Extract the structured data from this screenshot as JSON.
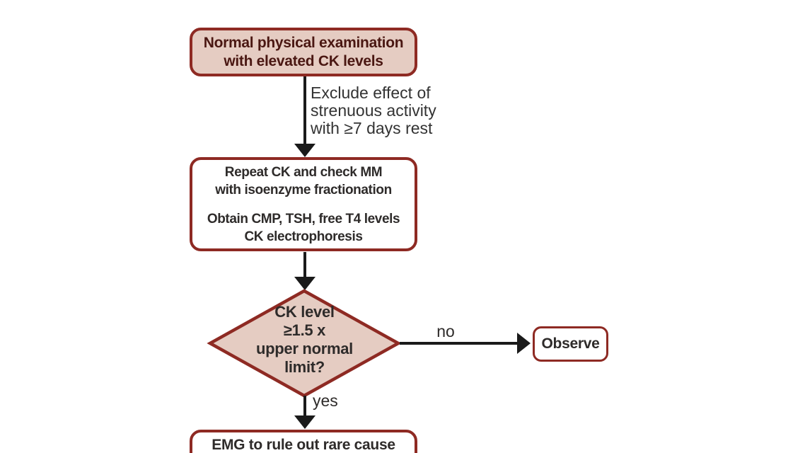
{
  "colors": {
    "canvas-bg": "#ffffff",
    "node-border": "#8e2a23",
    "node-fill-shaded": "#e5ccc2",
    "node-fill-white": "#ffffff",
    "node-text-dark": "#4a1712",
    "text-black": "#2e2b2a",
    "arrow-color": "#1a1a1a"
  },
  "nodes": {
    "start": {
      "line1": "Normal physical examination",
      "line2": "with elevated CK levels"
    },
    "workup": {
      "line1": "Repeat CK and check MM",
      "line2": "with isoenzyme fractionation",
      "line3": "Obtain CMP, TSH, free T4 levels",
      "line4": "CK electrophoresis"
    },
    "decision": {
      "line1": "CK level",
      "line2": "≥1.5 x",
      "line3": "upper normal",
      "line4": "limit?"
    },
    "observe": {
      "label": "Observe"
    },
    "emg": {
      "label": "EMG to rule out rare cause"
    }
  },
  "edges": {
    "exclude_note": {
      "line1": "Exclude effect of",
      "line2": "strenuous activity",
      "line3": "with ≥7 days rest"
    },
    "no_label": "no",
    "yes_label": "yes"
  }
}
